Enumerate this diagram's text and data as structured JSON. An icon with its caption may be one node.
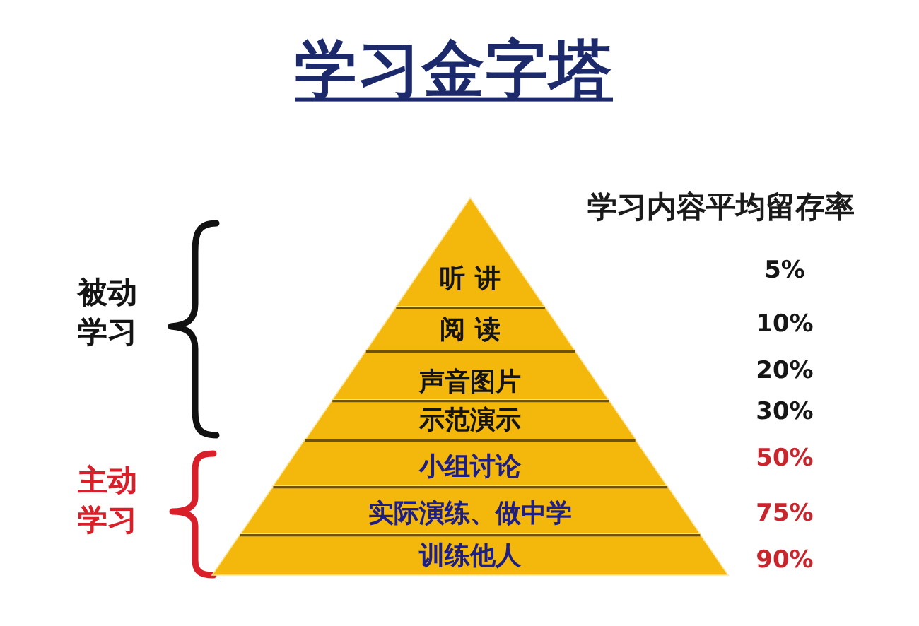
{
  "diagram": {
    "title": "学习金字塔",
    "nodes": [
      {
        "text": [
          "听讲"
        ]
      },
      {
        "text": [
          "阅读"
        ]
      },
      {
        "text": [
          "声音图片"
        ]
      },
      {
        "text": [
          "示范演示"
        ]
      },
      {
        "text": [
          "小组讨论"
        ]
      },
      {
        "text": [
          "实际演练、做中学"
        ]
      },
      {
        "text": [
          "训练他人"
        ]
      }
    ],
    "labels": [
      "学习内容平均留存率",
      "5%",
      "10%",
      "20%",
      "30%",
      "50%",
      "75%",
      "90%",
      "被动学习",
      "主动学习"
    ]
  }
}
